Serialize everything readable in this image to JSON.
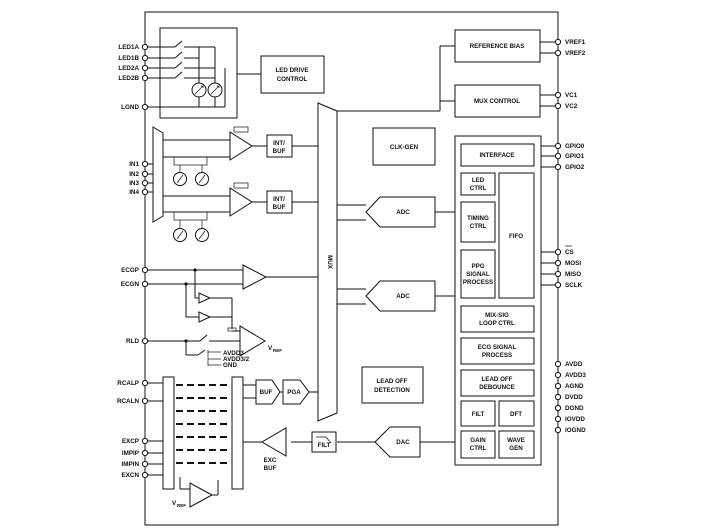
{
  "left_pins": {
    "led": [
      "LED1A",
      "LED1B",
      "LED2A",
      "LED2B"
    ],
    "lgnd": "LGND",
    "in": [
      "IN1",
      "IN2",
      "IN3",
      "IN4"
    ],
    "ecg": [
      "ECGP",
      "ECGN"
    ],
    "rld": "RLD",
    "rcal": [
      "RCALP",
      "RCALN"
    ],
    "exc": [
      "EXCP",
      "IMPIP",
      "IMPIN",
      "EXCN"
    ]
  },
  "right_pins": {
    "vref": [
      "VREF1",
      "VREF2"
    ],
    "vc": [
      "VC1",
      "VC2"
    ],
    "gpio": [
      "GPIO0",
      "GPIO1",
      "GPIO2"
    ],
    "spi": [
      "CS",
      "MOSI",
      "MISO",
      "SCLK"
    ],
    "power": [
      "AVDD",
      "AVDD3",
      "AGND",
      "DVDD",
      "DGND",
      "IOVDD",
      "IOGND"
    ]
  },
  "blocks": {
    "led_drive": [
      "LED DRIVE",
      "CONTROL"
    ],
    "clk_gen": "CLK-GEN",
    "int_buf_1": [
      "INT/",
      "BUF"
    ],
    "int_buf_2": [
      "INT/",
      "BUF"
    ],
    "mux": "MUX",
    "adc_1": "ADC",
    "adc_2": "ADC",
    "lead_off_detection": [
      "LEAD OFF",
      "DETECTION"
    ],
    "dac": "DAC",
    "filt_small": "FILT",
    "buf": "BUF",
    "pga": "PGA",
    "exc_buf": [
      "EXC",
      "BUF"
    ],
    "reference_bias": "REFERENCE BIAS",
    "mux_control": "MUX CONTROL",
    "interface": "INTERFACE",
    "led_ctrl": [
      "LED",
      "CTRL"
    ],
    "timing_ctrl": [
      "TIMING",
      "CTRL"
    ],
    "ppg": [
      "PPG",
      "SIGNAL",
      "PROCESS"
    ],
    "fifo": "FIFO",
    "mix_sig": [
      "MIX-SIG",
      "LOOP CTRL"
    ],
    "ecg_signal": [
      "ECG SIGNAL",
      "PROCESS"
    ],
    "lead_off_debounce": [
      "LEAD OFF",
      "DEBOUNCE"
    ],
    "filt": "FILT",
    "dft": "DFT",
    "gain_ctrl": [
      "GAIN",
      "CTRL"
    ],
    "wave_gen": [
      "WAVE",
      "GEN"
    ]
  },
  "annotations": {
    "vref_rld": "V",
    "vref_rld_sub": "REF",
    "vref_exc": "V",
    "vref_exc_sub": "REF",
    "avdd_list": [
      "AVDD3",
      "AVDD3/2",
      "GND"
    ]
  }
}
